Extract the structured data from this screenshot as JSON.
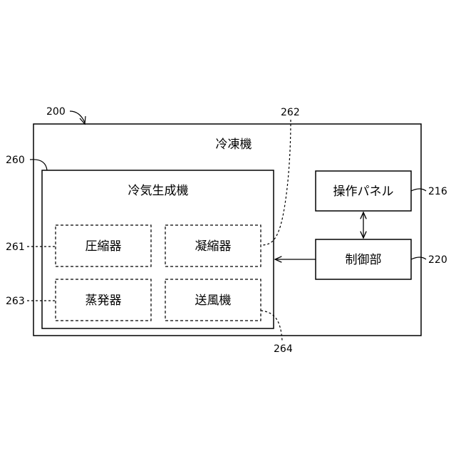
{
  "refrigerator": {
    "ref": "200",
    "label": "冷凍機"
  },
  "cold_air_generator": {
    "ref": "260",
    "label": "冷気生成機"
  },
  "components": {
    "compressor": {
      "ref": "261",
      "label": "圧縮器"
    },
    "condenser": {
      "ref": "262",
      "label": "凝縮器"
    },
    "evaporator": {
      "ref": "263",
      "label": "蒸発器"
    },
    "blower": {
      "ref": "264",
      "label": "送風機"
    }
  },
  "operation_panel": {
    "ref": "216",
    "label": "操作パネル"
  },
  "controller": {
    "ref": "220",
    "label": "制御部"
  },
  "colors": {
    "line": "#000000",
    "background": "#ffffff"
  }
}
